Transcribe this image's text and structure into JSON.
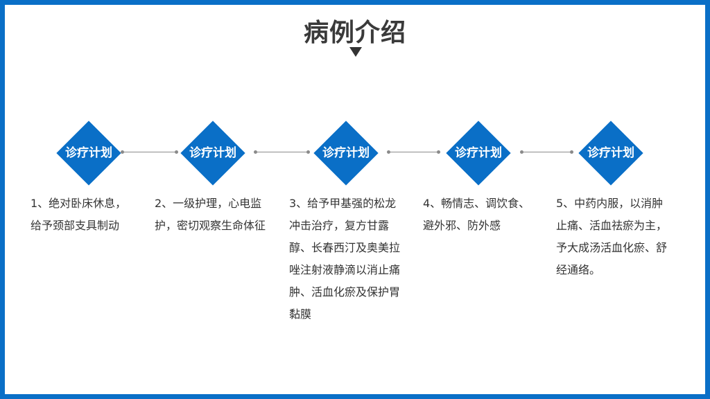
{
  "title": "病例介绍",
  "accent_color": "#0a6fc7",
  "steps": [
    {
      "label": "诊疗计划",
      "text": "1、绝对卧床休息，给予颈部支具制动"
    },
    {
      "label": "诊疗计划",
      "text": "2、一级护理，心电监护，密切观察生命体征"
    },
    {
      "label": "诊疗计划",
      "text": "3、给予甲基强的松龙冲击治疗，复方甘露醇、长春西汀及奥美拉唑注射液静滴以消止痛肿、活血化瘀及保护胃黏膜"
    },
    {
      "label": "诊疗计划",
      "text": "4、畅情志、调饮食、避外邪、防外感"
    },
    {
      "label": "诊疗计划",
      "text": "5、中药内服，以消肿止痛、活血祛瘀为主，予大成汤活血化瘀、舒经通络。"
    }
  ]
}
